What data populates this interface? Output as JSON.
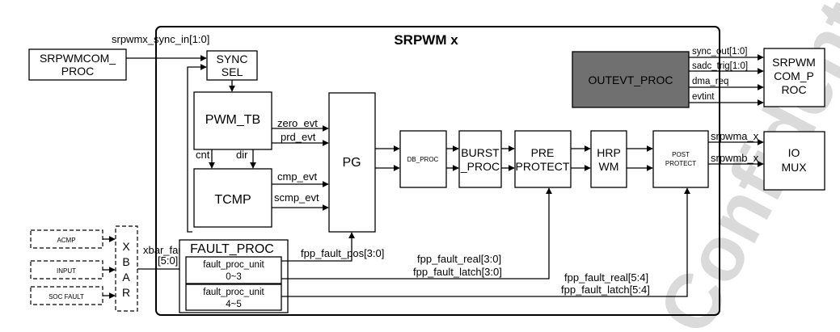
{
  "title": "SRPWM x",
  "watermark": "Confidential",
  "blocks": {
    "srpwmcom_proc_left": [
      "SRPWMCOM_",
      "PROC"
    ],
    "sync_sel": [
      "SYNC",
      "SEL"
    ],
    "pwm_tb": "PWM_TB",
    "tcmp": "TCMP",
    "pg": "PG",
    "db_proc": "DB_PROC",
    "burst_proc": [
      "BURST",
      "_PROC"
    ],
    "pre_protect": [
      "PRE",
      "PROTECT"
    ],
    "hrpwm": [
      "HRP",
      "WM"
    ],
    "post_protect": [
      "POST",
      "PROTECT"
    ],
    "outevt_proc": "OUTEVT_PROC",
    "srpwm_com_proc_right": [
      "SRPWM",
      "COM_P",
      "ROC"
    ],
    "io_mux": [
      "IO",
      "MUX"
    ],
    "fault_proc": "FAULT_PROC",
    "fault_proc_unit_a": [
      "fault_proc_unit",
      "0~3"
    ],
    "fault_proc_unit_b": [
      "fault_proc_unit",
      "4~5"
    ],
    "xbar": [
      "X",
      "B",
      "A",
      "R"
    ],
    "acmp": "ACMP",
    "input": "INPUT",
    "soc_fault": "SOC FAULT"
  },
  "signals": {
    "srpwmx_sync_in": "srpwmx_sync_in[1:0]",
    "zero_evt": "zero_evt",
    "prd_evt": "prd_evt",
    "cnt": "cnt",
    "dir": "dir",
    "cmp_evt": "cmp_evt",
    "scmp_evt": "scmp_evt",
    "sync_out": "sync_out[1:0]",
    "sadc_trig": "sadc_trig[1:0]",
    "dma_req": "dma_req",
    "evtint": "evtint",
    "srpwma_x": "srpwma_x",
    "srpwmb_x": "srpwmb_x",
    "xbar_fault": [
      "xbar_fault",
      "[5:0]"
    ],
    "fpp_fault_pos": "fpp_fault_pos[3:0]",
    "fpp_fault_real_30": "fpp_fault_real[3:0]",
    "fpp_fault_latch_30": "fpp_fault_latch[3:0]",
    "fpp_fault_real_54": "fpp_fault_real[5:4]",
    "fpp_fault_latch_54": "fpp_fault_latch[5:4]"
  },
  "colors": {
    "outevt_fill": "#707070",
    "line": "#000000"
  }
}
